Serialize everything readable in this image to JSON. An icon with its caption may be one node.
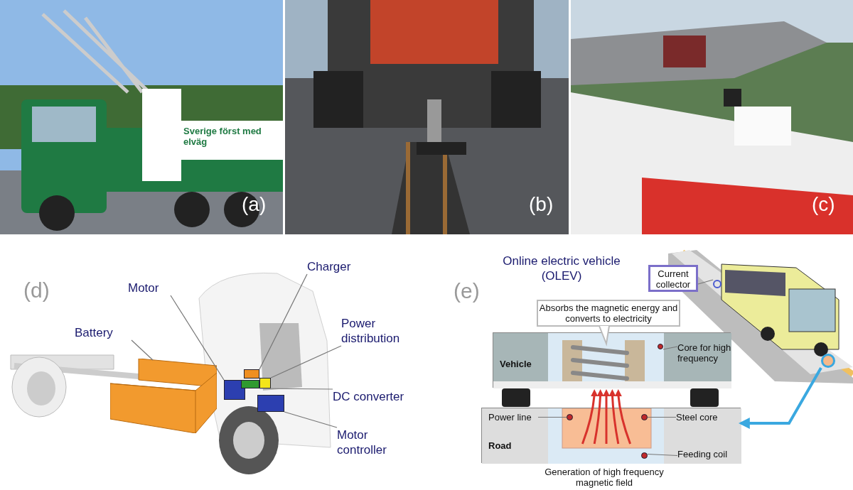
{
  "diagram": {
    "nodes": [
      {
        "text": [
          "Battery"
        ]
      },
      {
        "text": [],
        "shape": "box"
      },
      {
        "text": [
          "Motor"
        ]
      },
      {
        "text": [],
        "shape": "box"
      },
      {
        "text": [
          "Charger"
        ]
      },
      {
        "text": [],
        "shape": "box"
      },
      {
        "text": [
          "Power distribution"
        ]
      },
      {
        "text": [],
        "shape": "box"
      },
      {
        "text": [
          "DC converter"
        ]
      },
      {
        "text": [],
        "shape": "box"
      },
      {
        "text": [
          "Motor controller"
        ]
      },
      {
        "text": [],
        "shape": "box"
      },
      {
        "text": [
          "Current collector"
        ]
      },
      {
        "text": [
          "Absorbs the magnetic energy and converts to electricity"
        ]
      },
      {
        "text": [
          "Vehicle"
        ]
      },
      {
        "text": [
          "Core for high frequency"
        ],
        "in": 14
      },
      {
        "text": [
          "Road"
        ]
      },
      {
        "text": [
          "Power line"
        ],
        "in": 16
      },
      {
        "text": [
          "Steel core"
        ],
        "in": 16
      },
      {
        "text": [
          "Feeding coil"
        ],
        "in": 16
      },
      {
        "text": [],
        "shape": "circle"
      },
      {
        "text": [],
        "shape": "circle"
      },
      {
        "text": [],
        "shape": "circle",
        "in": 14
      },
      {
        "text": [],
        "shape": "circle",
        "in": 16
      },
      {
        "text": [],
        "shape": "circle",
        "in": 16
      },
      {
        "text": [],
        "shape": "circle",
        "in": 16
      }
    ],
    "edges": [
      {
        "from": 0,
        "to": 1,
        "arrow": "none"
      },
      {
        "from": 2,
        "to": 3,
        "arrow": "none"
      },
      {
        "from": 4,
        "to": 5,
        "arrow": "none"
      },
      {
        "from": 6,
        "to": 7,
        "arrow": "none"
      },
      {
        "from": 8,
        "to": 9,
        "arrow": "none"
      },
      {
        "from": 10,
        "to": 11,
        "arrow": "none"
      },
      {
        "from": 12,
        "to": 21,
        "arrow": "none"
      },
      {
        "from": 15,
        "to": 22,
        "arrow": "none"
      },
      {
        "from": 17,
        "to": 23,
        "arrow": "none"
      },
      {
        "from": 18,
        "to": 24,
        "arrow": "none"
      },
      {
        "from": 19,
        "to": 25,
        "arrow": "none"
      },
      {
        "from": 20,
        "to": 16,
        "arrow": "to",
        "style": "thick",
        "color": "#3aa8e0"
      }
    ],
    "labels": [
      "Sverige först med elväg",
      "(a)",
      "(b)",
      "(c)",
      "(d)",
      "Online electric vehicle (OLEV)",
      "(e)",
      "Generation of high frequency magnetic field"
    ]
  }
}
